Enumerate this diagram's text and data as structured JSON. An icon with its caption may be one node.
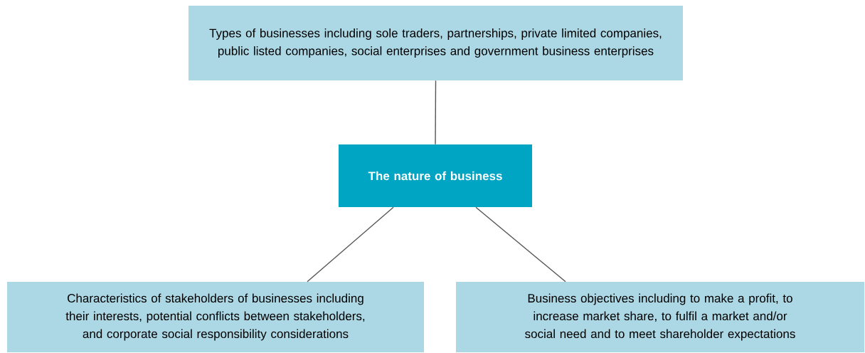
{
  "diagram": {
    "nodes": [
      {
        "text": [
          "Types of businesses including sole traders, partnerships, private limited companies, public listed companies, social enterprises and government business enterprises"
        ]
      },
      {
        "text": [
          "The nature of business"
        ]
      },
      {
        "text": [
          "Characteristics of stakeholders of businesses including their interests, potential conflicts between stakeholders, and corporate social responsibility considerations"
        ]
      },
      {
        "text": [
          "Business objectives including to make a profit, to increase market share, to fulfil a market and/or social need and to meet shareholder expectations"
        ]
      }
    ],
    "edges": [
      {
        "from": 1,
        "to": 0,
        "arrow": "none"
      },
      {
        "from": 1,
        "to": 2,
        "arrow": "none"
      },
      {
        "from": 1,
        "to": 3,
        "arrow": "none"
      }
    ]
  }
}
